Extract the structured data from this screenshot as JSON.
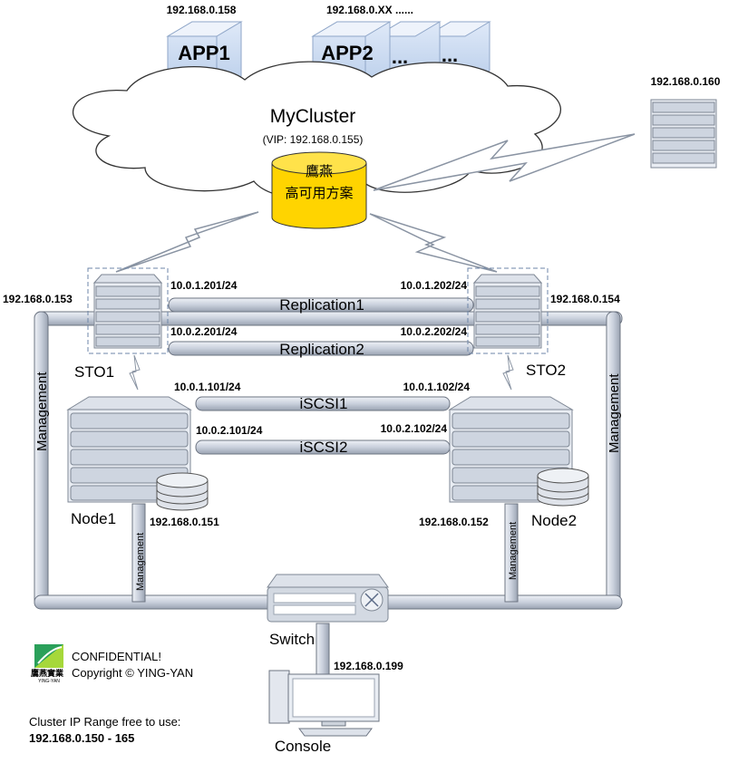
{
  "app1": {
    "label": "APP1",
    "ip": "192.168.0.158"
  },
  "app2": {
    "label": "APP2",
    "ip": "192.168.0.XX ......",
    "more1": "...",
    "more2": "..."
  },
  "cluster": {
    "name": "MyCluster",
    "vip": "(VIP: 192.168.0.155)"
  },
  "ha": {
    "line1": "鷹燕",
    "line2": "高可用方案"
  },
  "remote_server": {
    "ip": "192.168.0.160"
  },
  "sto1": {
    "label": "STO1",
    "ip": "192.168.0.153",
    "rep1_ip": "10.0.1.201/24",
    "rep2_ip": "10.0.2.201/24"
  },
  "sto2": {
    "label": "STO2",
    "ip": "192.168.0.154",
    "rep1_ip": "10.0.1.202/24",
    "rep2_ip": "10.0.2.202/24"
  },
  "links": {
    "replication1": "Replication1",
    "replication2": "Replication2",
    "iscsi1": "iSCSI1",
    "iscsi2": "iSCSI2",
    "management": "Management"
  },
  "node1": {
    "label": "Node1",
    "ip": "192.168.0.151",
    "iscsi1_ip": "10.0.1.101/24",
    "iscsi2_ip": "10.0.2.101/24"
  },
  "node2": {
    "label": "Node2",
    "ip": "192.168.0.152",
    "iscsi1_ip": "10.0.1.102/24",
    "iscsi2_ip": "10.0.2.102/24"
  },
  "switch": {
    "label": "Switch"
  },
  "console": {
    "label": "Console",
    "ip": "192.168.0.199"
  },
  "footer": {
    "confidential": "CONFIDENTIAL!",
    "copyright": "Copyright © YING-YAN",
    "logo_text": "鷹燕實業",
    "logo_sub": "YING-YAN",
    "range_title": "Cluster IP Range free to use:",
    "range_value": "192.168.0.150 - 165"
  }
}
